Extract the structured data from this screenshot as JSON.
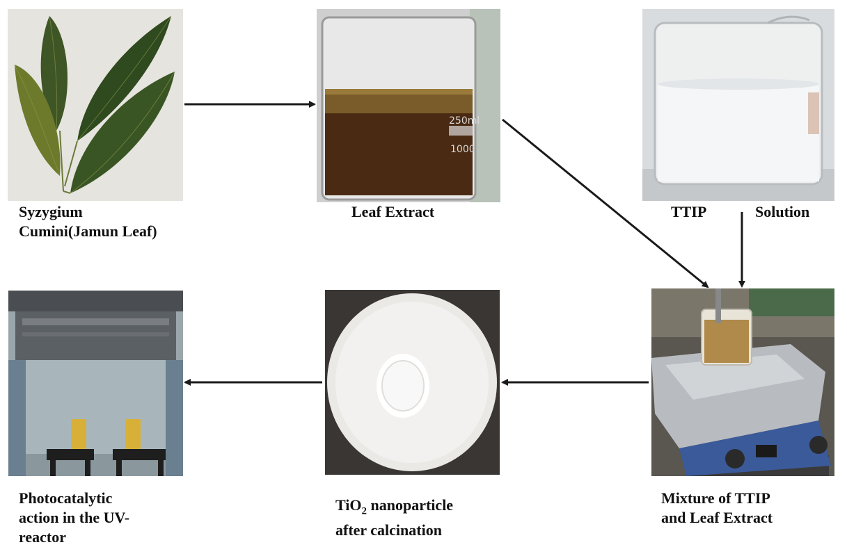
{
  "steps": [
    {
      "id": "jamun-leaf",
      "caption_lines": [
        "Syzygium",
        "Cumini(Jamun  Leaf)"
      ]
    },
    {
      "id": "leaf-extract",
      "caption_lines": [
        "Leaf Extract"
      ],
      "beaker_marks": [
        "250ml",
        "1000"
      ]
    },
    {
      "id": "ttip-solution",
      "caption_left": "TTIP",
      "caption_right": "Solution"
    },
    {
      "id": "mixture",
      "caption_lines": [
        "Mixture of TTIP",
        "and Leaf Extract"
      ]
    },
    {
      "id": "tio2",
      "caption_prefix": "TiO",
      "caption_sub": "2",
      "caption_suffix": " nanoparticle",
      "caption_line2": "after calcination"
    },
    {
      "id": "uv-reactor",
      "caption_lines": [
        "Photocatalytic",
        "action in the UV-",
        "reactor"
      ]
    }
  ],
  "colors": {
    "arrow": "#1a1a1a",
    "caption": "#111111"
  }
}
